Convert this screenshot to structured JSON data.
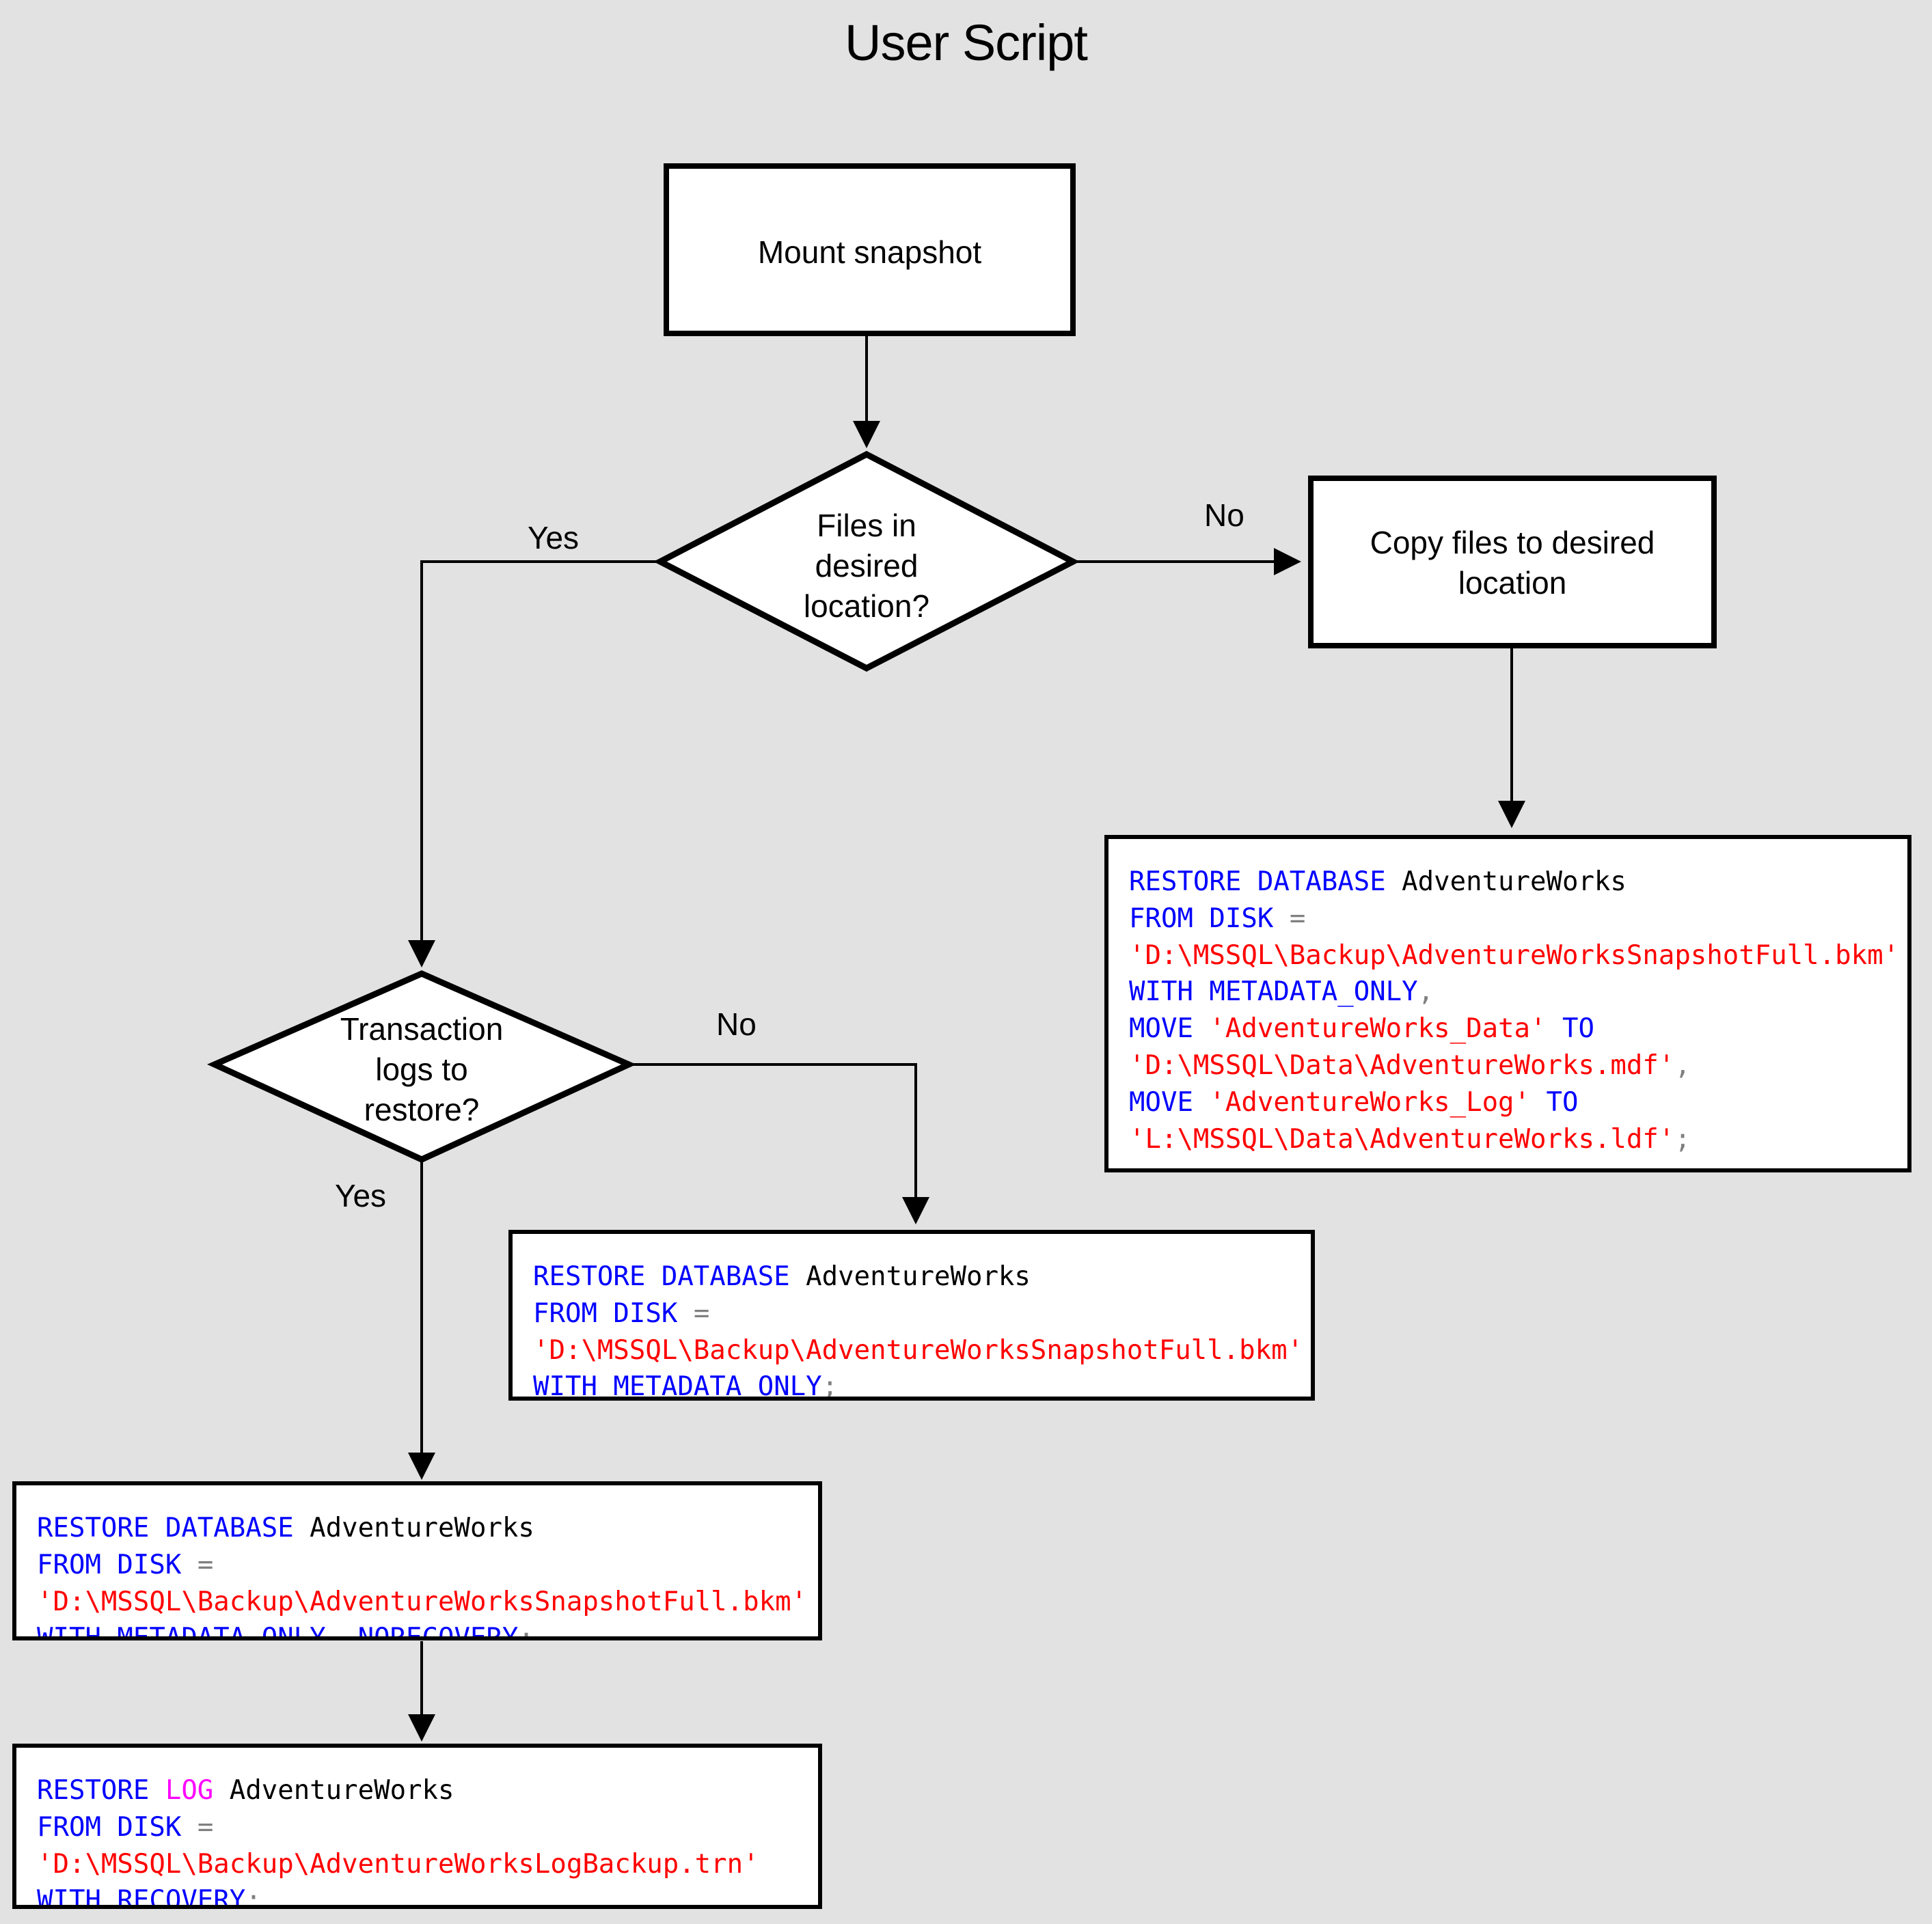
{
  "title": "User Script",
  "colors": {
    "background": "#e2e2e2",
    "shape_fill": "#ffffff",
    "shape_stroke": "#000000",
    "keyword": "#0000ff",
    "log_keyword": "#ff00ff",
    "string": "#ff0000",
    "punctuation": "#808080",
    "plain": "#000000"
  },
  "nodes": {
    "mount_snapshot": {
      "label": "Mount snapshot",
      "type": "process"
    },
    "files_in_desired_location": {
      "label": "Files in\ndesired\nlocation?",
      "type": "decision"
    },
    "copy_files": {
      "label": "Copy files to desired\nlocation",
      "type": "process"
    },
    "transaction_logs": {
      "label": "Transaction\nlogs to\nrestore?",
      "type": "decision"
    }
  },
  "edge_labels": {
    "files_yes": "Yes",
    "files_no": "No",
    "logs_no": "No",
    "logs_yes": "Yes"
  },
  "code_blocks": {
    "restore_with_move": {
      "name": "restore-database-with-move",
      "lines": [
        [
          {
            "t": "RESTORE DATABASE ",
            "c": "kw"
          },
          {
            "t": "AdventureWorks",
            "c": "pl"
          }
        ],
        [
          {
            "t": "FROM DISK ",
            "c": "kw"
          },
          {
            "t": "=",
            "c": "op"
          }
        ],
        [
          {
            "t": "'D:\\MSSQL\\Backup\\AdventureWorksSnapshotFull.bkm'",
            "c": "str"
          }
        ],
        [
          {
            "t": "WITH METADATA_ONLY",
            "c": "kw"
          },
          {
            "t": ",",
            "c": "op"
          }
        ],
        [
          {
            "t": "MOVE ",
            "c": "kw"
          },
          {
            "t": "'AdventureWorks_Data'",
            "c": "str"
          },
          {
            "t": " TO",
            "c": "kw"
          }
        ],
        [
          {
            "t": "'D:\\MSSQL\\Data\\AdventureWorks.mdf'",
            "c": "str"
          },
          {
            "t": ",",
            "c": "op"
          }
        ],
        [
          {
            "t": "MOVE ",
            "c": "kw"
          },
          {
            "t": "'AdventureWorks_Log'",
            "c": "str"
          },
          {
            "t": " TO",
            "c": "kw"
          }
        ],
        [
          {
            "t": "'L:\\MSSQL\\Data\\AdventureWorks.ldf'",
            "c": "str"
          },
          {
            "t": ";",
            "c": "op"
          }
        ]
      ]
    },
    "restore_metadata_only": {
      "name": "restore-database-metadata-only",
      "lines": [
        [
          {
            "t": "RESTORE DATABASE ",
            "c": "kw"
          },
          {
            "t": "AdventureWorks",
            "c": "pl"
          }
        ],
        [
          {
            "t": "FROM DISK ",
            "c": "kw"
          },
          {
            "t": "=",
            "c": "op"
          }
        ],
        [
          {
            "t": "'D:\\MSSQL\\Backup\\AdventureWorksSnapshotFull.bkm'",
            "c": "str"
          }
        ],
        [
          {
            "t": "WITH METADATA_ONLY",
            "c": "kw"
          },
          {
            "t": ";",
            "c": "op"
          }
        ]
      ]
    },
    "restore_norecovery": {
      "name": "restore-database-norecovery",
      "lines": [
        [
          {
            "t": "RESTORE DATABASE ",
            "c": "kw"
          },
          {
            "t": "AdventureWorks",
            "c": "pl"
          }
        ],
        [
          {
            "t": "FROM DISK ",
            "c": "kw"
          },
          {
            "t": "=",
            "c": "op"
          }
        ],
        [
          {
            "t": "'D:\\MSSQL\\Backup\\AdventureWorksSnapshotFull.bkm'",
            "c": "str"
          }
        ],
        [
          {
            "t": "WITH METADATA_ONLY",
            "c": "kw"
          },
          {
            "t": ", ",
            "c": "op"
          },
          {
            "t": "NORECOVERY",
            "c": "kw"
          },
          {
            "t": ";",
            "c": "op"
          }
        ]
      ]
    },
    "restore_log": {
      "name": "restore-log-recovery",
      "lines": [
        [
          {
            "t": "RESTORE ",
            "c": "kw"
          },
          {
            "t": "LOG",
            "c": "kw2"
          },
          {
            "t": " AdventureWorks",
            "c": "pl"
          }
        ],
        [
          {
            "t": "FROM DISK ",
            "c": "kw"
          },
          {
            "t": "=",
            "c": "op"
          }
        ],
        [
          {
            "t": "'D:\\MSSQL\\Backup\\AdventureWorksLogBackup.trn'",
            "c": "str"
          }
        ],
        [
          {
            "t": "WITH RECOVERY",
            "c": "kw"
          },
          {
            "t": ";",
            "c": "op"
          }
        ]
      ]
    }
  }
}
